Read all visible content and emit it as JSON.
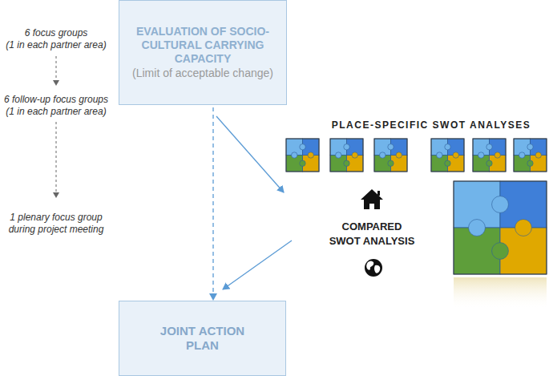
{
  "diagram": {
    "nodes": [
      {
        "text": [
          "EVALUATION OF SOCIO-CULTURAL CARRYING CAPACITY",
          "(Limit of acceptable change)"
        ]
      },
      {
        "text": [
          "JOINT ACTION PLAN"
        ]
      }
    ],
    "edges": [
      {
        "from": 0,
        "to": 1,
        "arrow": "to"
      }
    ],
    "labels": [
      "6 focus groups",
      "(1 in each partner area)",
      "6 follow-up focus groups",
      "(1 in each partner area)",
      "1 plenary focus group",
      "during project meeting",
      "PLACE-SPECIFIC SWOT ANALYSES",
      "COMPARED SWOT ANALYSIS"
    ]
  }
}
